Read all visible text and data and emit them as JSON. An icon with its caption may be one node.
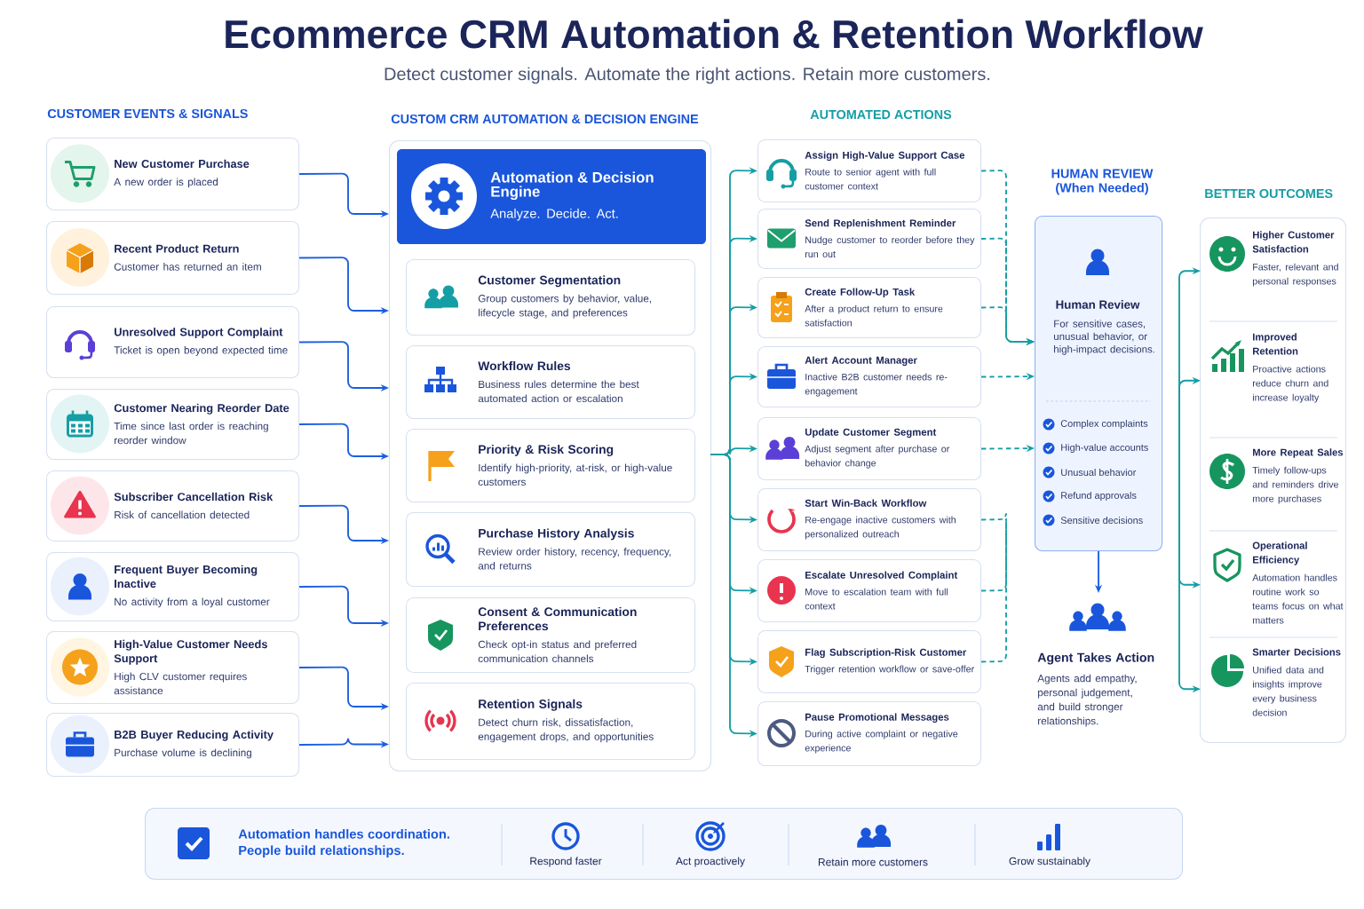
{
  "diagram": {
    "title": "Ecommerce CRM Automation & Retention Workflow",
    "nodes": [
      {
        "text": [
          "New Customer Purchase",
          "A new order is placed"
        ]
      },
      {
        "text": [
          "Recent Product Return",
          "Customer has returned an item"
        ]
      },
      {
        "text": [
          "Unresolved Support Complaint",
          "Ticket is open beyond expected time"
        ]
      },
      {
        "text": [
          "Customer Nearing Reorder Date",
          "Time since last order is reaching reorder window"
        ]
      },
      {
        "text": [
          "Subscriber Cancellation Risk",
          "Risk of cancellation detected"
        ]
      },
      {
        "text": [
          "Frequent Buyer Becoming Inactive",
          "No activity from a loyal customer"
        ]
      },
      {
        "text": [
          "High-Value Customer Needs Support",
          "High CLV customer requires assistance"
        ]
      },
      {
        "text": [
          "B2B Buyer Reducing Activity",
          "Purchase volume is declining"
        ]
      },
      {
        "text": [
          "Automation & Decision Engine",
          "Analyze. Decide. Act."
        ]
      },
      {
        "text": [
          "Customer Segmentation",
          "Group customers by behavior, value, lifecycle stage, and preferences"
        ],
        "in": 8
      },
      {
        "text": [
          "Workflow Rules",
          "Business rules determine the best automated action or escalation"
        ],
        "in": 8
      },
      {
        "text": [
          "Priority & Risk Scoring",
          "Identify high-priority, at-risk, or high-value customers"
        ],
        "in": 8
      },
      {
        "text": [
          "Purchase History Analysis",
          "Review order history, recency, frequency, and returns"
        ],
        "in": 8
      },
      {
        "text": [
          "Consent & Communication Preferences",
          "Check opt-in status and preferred communication channels"
        ],
        "in": 8
      },
      {
        "text": [
          "Retention Signals",
          "Detect churn risk, dissatisfaction, engagement drops, and opportunities"
        ],
        "in": 8
      },
      {
        "text": [
          "Assign High-Value Support Case",
          "Route to senior agent with full customer context"
        ]
      },
      {
        "text": [
          "Send Replenishment Reminder",
          "Nudge customer to reorder before they run out"
        ]
      },
      {
        "text": [
          "Create Follow-Up Task",
          "After a product return to ensure satisfaction"
        ]
      },
      {
        "text": [
          "Alert Account Manager",
          "Inactive B2B customer needs re-engagement"
        ]
      },
      {
        "text": [
          "Update Customer Segment",
          "Adjust segment after purchase or behavior change"
        ]
      },
      {
        "text": [
          "Start Win-Back Workflow",
          "Re-engage inactive customers with personalized outreach"
        ]
      },
      {
        "text": [
          "Escalate Unresolved Complaint",
          "Move to escalation team with full context"
        ]
      },
      {
        "text": [
          "Flag Subscription-Risk Customer",
          "Trigger retention workflow or save-offer"
        ]
      },
      {
        "text": [
          "Pause Promotional Messages",
          "During active complaint or negative experience"
        ]
      },
      {
        "text": [
          "Human Review",
          "For sensitive cases, unusual behavior, or high-impact decisions.",
          "Complex complaints",
          "High-value accounts",
          "Unusual behavior",
          "Refund approvals",
          "Sensitive decisions"
        ]
      },
      {
        "text": [
          "Agent Takes Action",
          "Agents add empathy, personal judgement, and build stronger relationships."
        ]
      },
      {
        "text": [],
        "shape": "box"
      },
      {
        "text": [
          "Higher Customer Satisfaction",
          "Faster, relevant and personal responses"
        ],
        "in": 26
      },
      {
        "text": [
          "Improved Retention",
          "Proactive actions reduce churn and increase loyalty"
        ],
        "in": 26
      },
      {
        "text": [
          "More Repeat Sales",
          "Timely follow-ups and reminders drive more purchases"
        ],
        "in": 26
      },
      {
        "text": [
          "Operational Efficiency",
          "Automation handles routine work so teams focus on what matters"
        ],
        "in": 26
      },
      {
        "text": [
          "Smarter Decisions",
          "Unified data and insights improve every business decision"
        ],
        "in": 26
      },
      {
        "text": [
          "Automation handles coordination. People build relationships.",
          "Respond faster",
          "Act proactively",
          "Retain more customers",
          "Grow sustainably"
        ]
      }
    ],
    "edges": [
      {
        "from": 0,
        "to": 8,
        "arrow": "to",
        "color": "#1a5fe0"
      },
      {
        "from": 1,
        "to": 8,
        "arrow": "to",
        "color": "#1a5fe0"
      },
      {
        "from": 2,
        "to": 8,
        "arrow": "to",
        "color": "#1a5fe0"
      },
      {
        "from": 3,
        "to": 8,
        "arrow": "to",
        "color": "#1a5fe0"
      },
      {
        "from": 4,
        "to": 8,
        "arrow": "to",
        "color": "#1a5fe0"
      },
      {
        "from": 5,
        "to": 8,
        "arrow": "to",
        "color": "#1a5fe0"
      },
      {
        "from": 6,
        "to": 8,
        "arrow": "to",
        "color": "#1a5fe0"
      },
      {
        "from": 7,
        "to": 8,
        "arrow": "to",
        "color": "#1a5fe0"
      },
      {
        "from": 8,
        "to": 15,
        "arrow": "to"
      },
      {
        "from": 8,
        "to": 16,
        "arrow": "to"
      },
      {
        "from": 8,
        "to": 17,
        "arrow": "to"
      },
      {
        "from": 8,
        "to": 18,
        "arrow": "to"
      },
      {
        "from": 8,
        "to": 19,
        "arrow": "to"
      },
      {
        "from": 8,
        "to": 20,
        "arrow": "to"
      },
      {
        "from": 8,
        "to": 21,
        "arrow": "to"
      },
      {
        "from": 8,
        "to": 22,
        "arrow": "to"
      },
      {
        "from": 8,
        "to": 23,
        "arrow": "to"
      },
      {
        "from": 15,
        "to": 24,
        "arrow": "to",
        "style": "dashed"
      },
      {
        "from": 16,
        "to": 24,
        "arrow": "to",
        "style": "dashed"
      },
      {
        "from": 17,
        "to": 24,
        "arrow": "to",
        "style": "dashed"
      },
      {
        "from": 18,
        "to": 24,
        "arrow": "to",
        "style": "dashed"
      },
      {
        "from": 19,
        "to": 24,
        "arrow": "to",
        "style": "dashed"
      },
      {
        "from": 20,
        "to": null,
        "arrow": "none",
        "style": "dashed"
      },
      {
        "from": 21,
        "to": null,
        "arrow": "none",
        "style": "dashed"
      },
      {
        "from": 22,
        "to": null,
        "arrow": "none",
        "style": "dashed"
      },
      {
        "from": 24,
        "to": 25,
        "arrow": "to",
        "color": "#1a5fe0"
      },
      {
        "from": null,
        "to": 27,
        "arrow": "to"
      },
      {
        "from": null,
        "to": 28,
        "arrow": "to"
      },
      {
        "from": null,
        "to": 30,
        "arrow": "to"
      },
      {
        "from": null,
        "to": 31,
        "arrow": "to"
      }
    ],
    "labels": [
      "Detect customer signals. Automate the right actions. Retain more customers.",
      "CUSTOMER EVENTS & SIGNALS",
      "CUSTOM CRM AUTOMATION & DECISION ENGINE",
      "AUTOMATED ACTIONS",
      "HUMAN REVIEW (When Needed)",
      "BETTER OUTCOMES"
    ]
  }
}
